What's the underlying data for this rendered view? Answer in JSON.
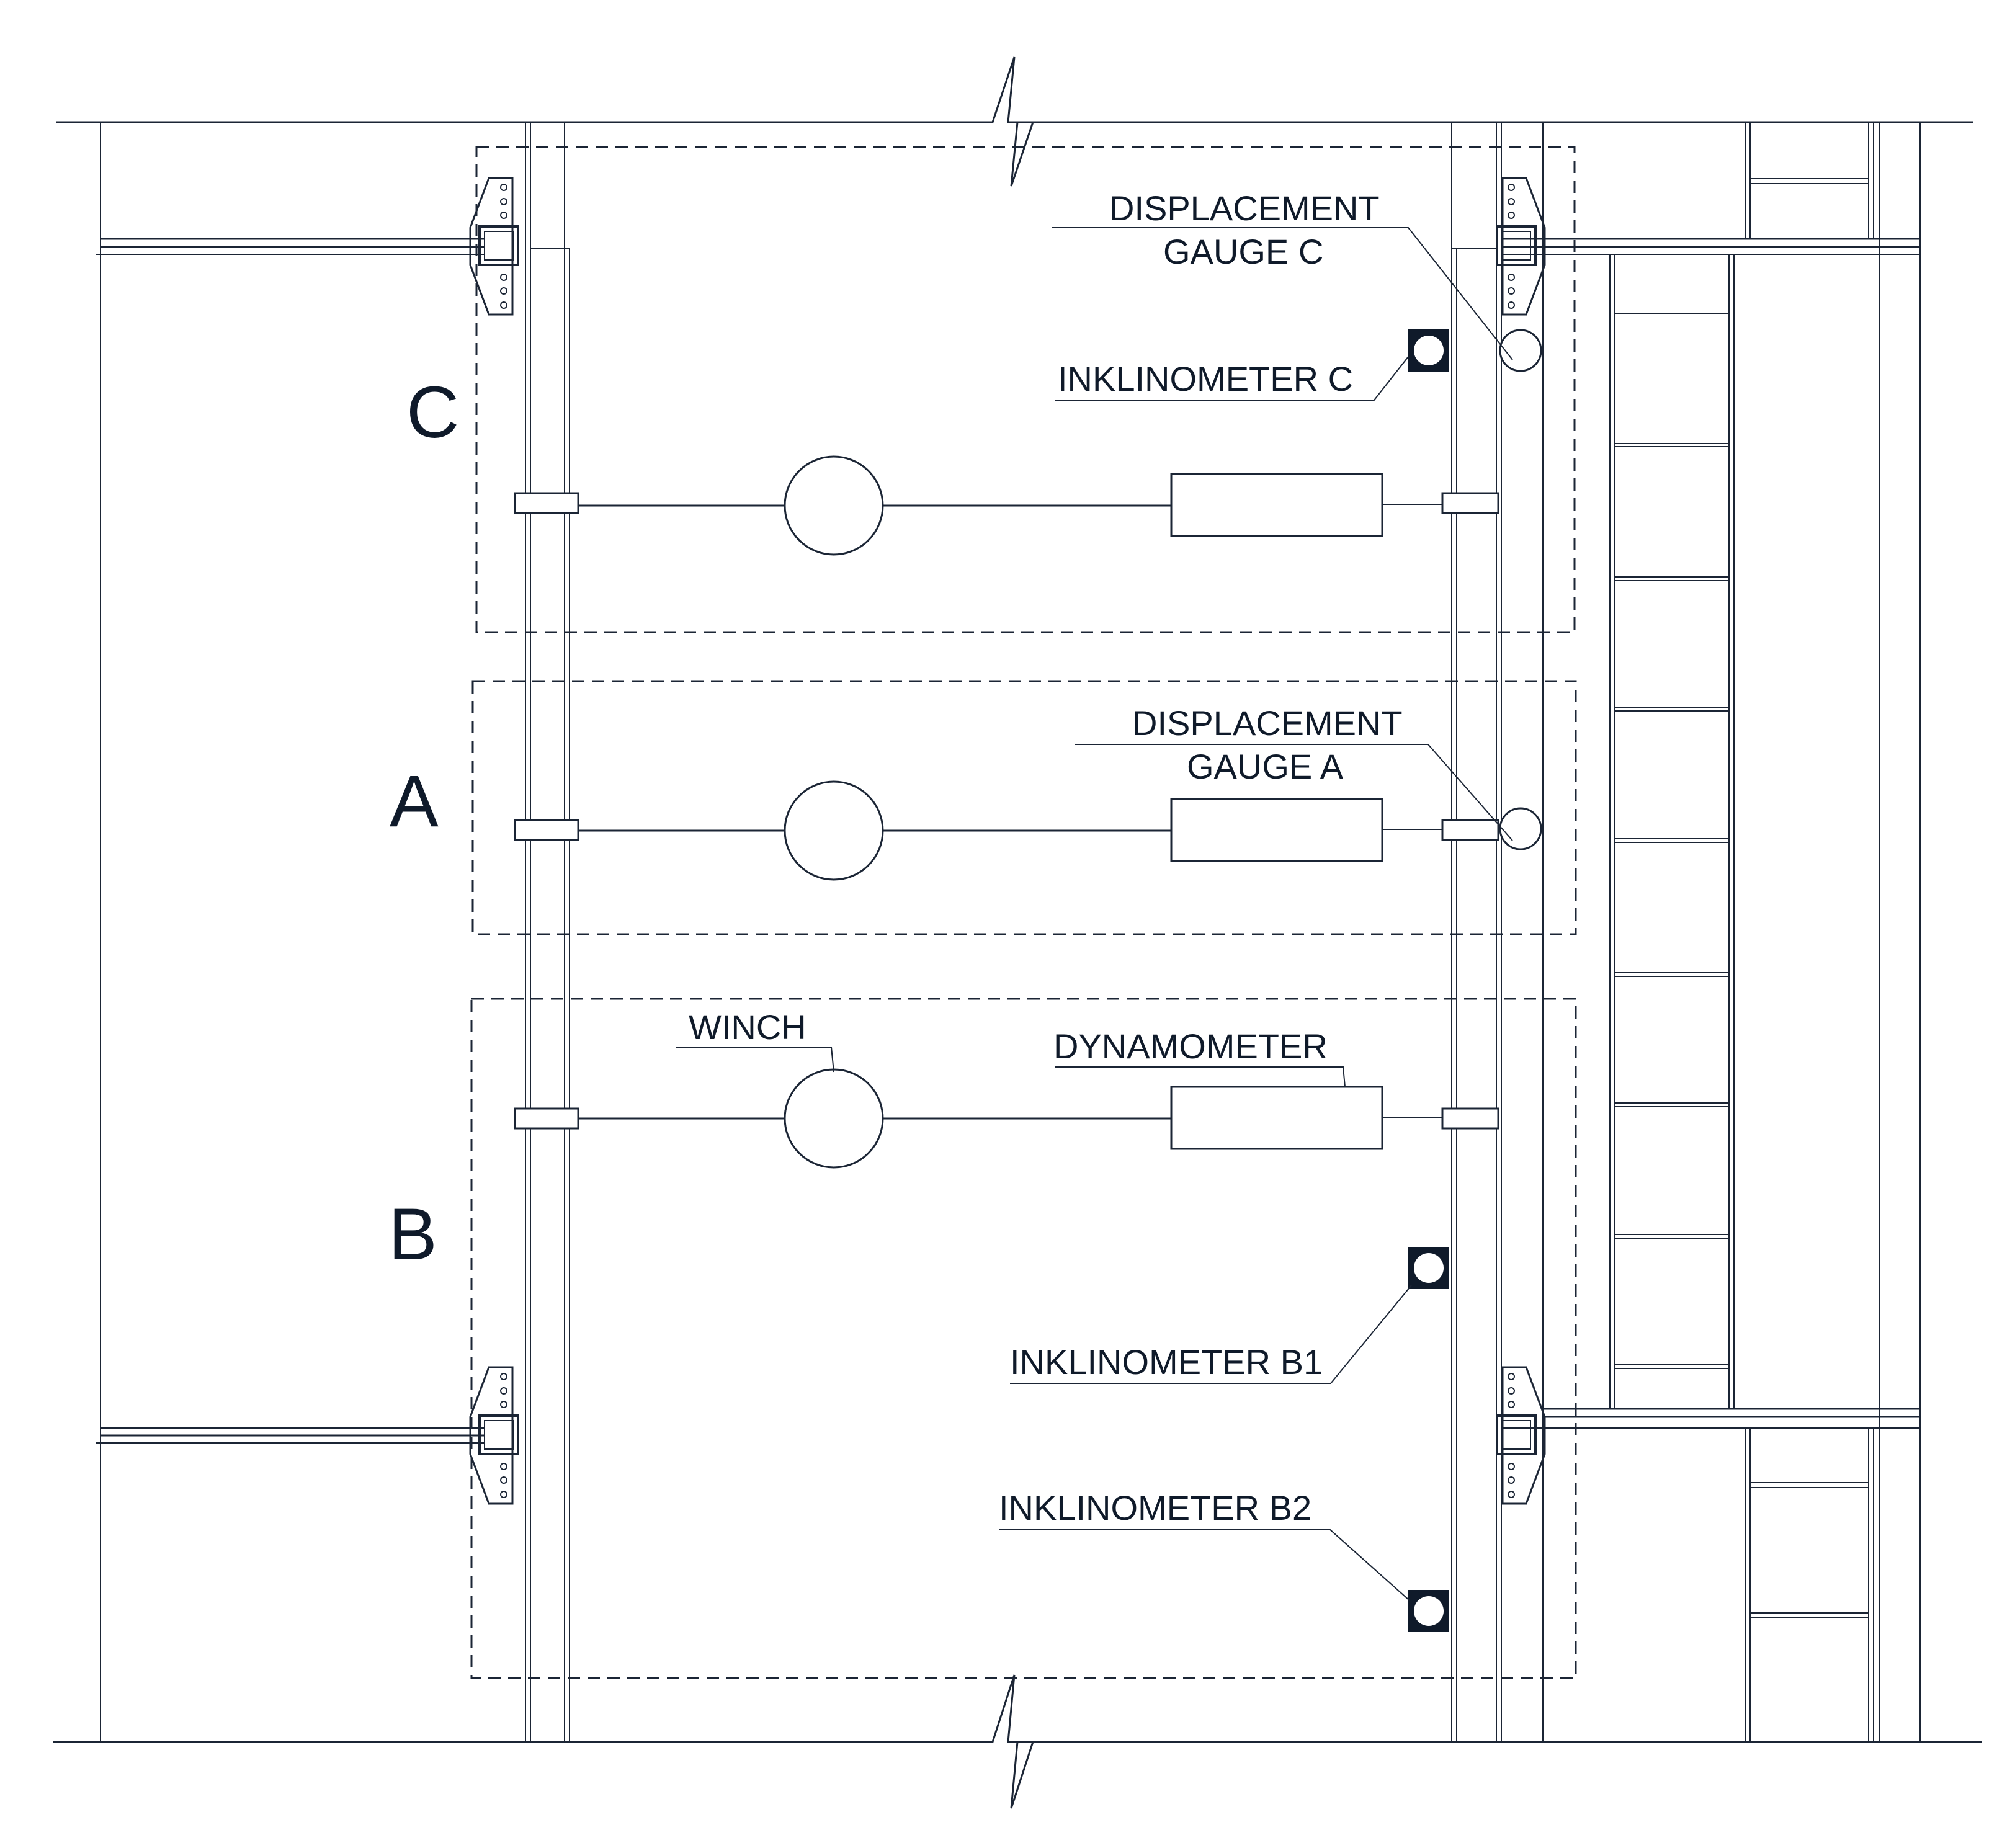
{
  "zones": {
    "c": "C",
    "a": "A",
    "b": "B"
  },
  "labels": {
    "displacement_gauge_c_1": "DISPLACEMENT",
    "displacement_gauge_c_2": "GAUGE C",
    "displacement_gauge_a_1": "DISPLACEMENT",
    "displacement_gauge_a_2": "GAUGE A",
    "inklinometer_c": "INKLINOMETER C",
    "inklinometer_b1": "INKLINOMETER B1",
    "inklinometer_b2": "INKLINOMETER B2",
    "winch": "WINCH",
    "dynamometer": "DYNAMOMETER"
  },
  "colors": {
    "line": "#1b2535",
    "text": "#0f1a2a",
    "background": "#ffffff"
  }
}
